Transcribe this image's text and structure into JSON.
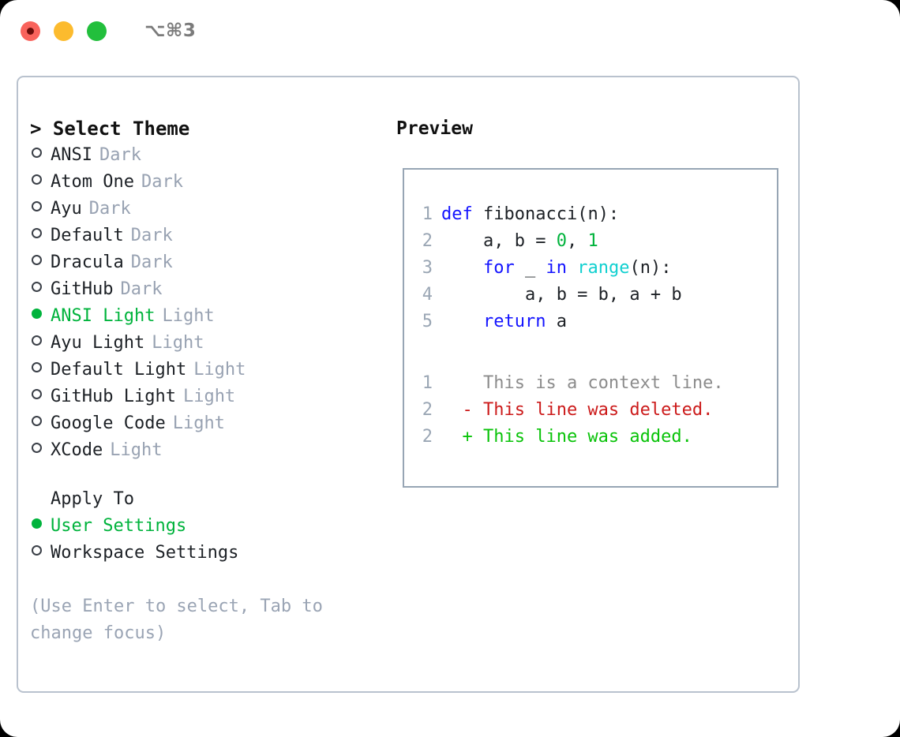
{
  "titlebar": {
    "shortcut": "⌥⌘3",
    "lights": [
      {
        "name": "close",
        "color": "#f9635c"
      },
      {
        "name": "minimize",
        "color": "#fcbb2e"
      },
      {
        "name": "maximize",
        "color": "#22bf3c"
      }
    ]
  },
  "theme_panel": {
    "header": "> Select Theme",
    "options": [
      {
        "name": "ANSI",
        "tag": "Dark",
        "selected": false
      },
      {
        "name": "Atom One",
        "tag": "Dark",
        "selected": false
      },
      {
        "name": "Ayu",
        "tag": "Dark",
        "selected": false
      },
      {
        "name": "Default",
        "tag": "Dark",
        "selected": false
      },
      {
        "name": "Dracula",
        "tag": "Dark",
        "selected": false
      },
      {
        "name": "GitHub",
        "tag": "Dark",
        "selected": false
      },
      {
        "name": "ANSI Light",
        "tag": "Light",
        "selected": true
      },
      {
        "name": "Ayu Light",
        "tag": "Light",
        "selected": false
      },
      {
        "name": "Default Light",
        "tag": "Light",
        "selected": false
      },
      {
        "name": "GitHub Light",
        "tag": "Light",
        "selected": false
      },
      {
        "name": "Google Code",
        "tag": "Light",
        "selected": false
      },
      {
        "name": "XCode",
        "tag": "Light",
        "selected": false
      }
    ],
    "apply_to_label": "Apply To",
    "apply_to_options": [
      {
        "name": "User Settings",
        "selected": true
      },
      {
        "name": "Workspace Settings",
        "selected": false
      }
    ],
    "hint": "(Use Enter to select, Tab to change focus)"
  },
  "preview": {
    "title": "Preview",
    "code_lines": [
      {
        "no": "1",
        "tokens": [
          {
            "t": "def",
            "c": "kw"
          },
          {
            "t": " fibonacci(n):",
            "c": "plain"
          }
        ]
      },
      {
        "no": "2",
        "tokens": [
          {
            "t": "    a, b = ",
            "c": "plain"
          },
          {
            "t": "0",
            "c": "num"
          },
          {
            "t": ", ",
            "c": "plain"
          },
          {
            "t": "1",
            "c": "num"
          }
        ]
      },
      {
        "no": "3",
        "tokens": [
          {
            "t": "    ",
            "c": "plain"
          },
          {
            "t": "for",
            "c": "kw"
          },
          {
            "t": " _ ",
            "c": "plain"
          },
          {
            "t": "in",
            "c": "kw"
          },
          {
            "t": " ",
            "c": "plain"
          },
          {
            "t": "range",
            "c": "fn"
          },
          {
            "t": "(n):",
            "c": "plain"
          }
        ]
      },
      {
        "no": "4",
        "tokens": [
          {
            "t": "        a, b = b, a + b",
            "c": "plain"
          }
        ]
      },
      {
        "no": "5",
        "tokens": [
          {
            "t": "    ",
            "c": "plain"
          },
          {
            "t": "return",
            "c": "kw"
          },
          {
            "t": " a",
            "c": "plain"
          }
        ]
      }
    ],
    "diff_lines": [
      {
        "no": "1",
        "mark": " ",
        "text": "This is a context line.",
        "kind": "d-ctx"
      },
      {
        "no": "2",
        "mark": "-",
        "text": "This line was deleted.",
        "kind": "d-del"
      },
      {
        "no": "2",
        "mark": "+",
        "text": "This line was added.",
        "kind": "d-add"
      }
    ]
  },
  "colors": {
    "accent_green": "#00b33c",
    "keyword_blue": "#1414ff",
    "function_cyan": "#11d0d0",
    "number_green": "#00b33c",
    "diff_deleted": "#cc1b1b",
    "diff_added": "#09c309",
    "muted": "#98a2b2",
    "border": "#b9c2ce",
    "preview_border": "#97a5b4"
  }
}
